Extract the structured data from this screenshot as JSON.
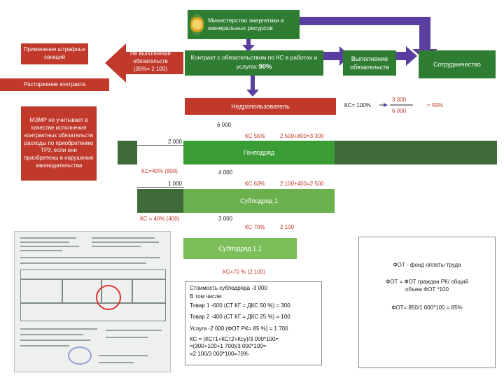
{
  "top": {
    "ministry": "Министерство энергетики и минеральных ресурсов"
  },
  "left": {
    "penalties": "Применение штрафных санкций",
    "termination": "Расторжение контракта",
    "memr_note": "МЭМР не учитывает в качестве исполнения контрактных обязательств расходы по приобретению ТРУ, если они приобретены в нарушение законодательства"
  },
  "row1": {
    "non_fulfillment": "Не выполнение обязательств (35%= 2 100)",
    "contract": "Контракт с обязательством по КС в работах и услугах",
    "contract_pct": "90%",
    "fulfillment": "Выполнение обязательств",
    "cooperation": "Сотрудничество"
  },
  "subsoil": {
    "title": "Недропользователь",
    "total": "6 000",
    "ks_label": "КС= 100%",
    "frac_num": "3 300",
    "frac_den": "6 000",
    "frac_result": "= 55%",
    "ks": "КС 55%",
    "calc": "2 500+800=3 300"
  },
  "general": {
    "title": "Генподряд",
    "left_amount": "2 000",
    "ks_left": "КС=40% (800)",
    "amount": "4 000",
    "left_amount2": "1 000",
    "ks": "КС 63%",
    "calc": "2 100+400=2 500"
  },
  "sub1": {
    "title": "Субподряд 1",
    "ks_left": "КС = 40% (400)",
    "amount": "3 000",
    "ks": "КС 70%",
    "calc": "2 100"
  },
  "sub11": {
    "title": "Субподряд 1.1",
    "ks": "КС=70 % (2 100)"
  },
  "calc_box": {
    "lines": [
      "Стоимость субподряда -3 000",
      "В том числе:",
      "Товар 1 -600 (СТ КГ = ДКС 50 %) = 300",
      "Товар 2 -400 (СТ КГ = ДКС 25 %) = 100",
      "Услуга -2 000 (ФОТ РК= 85 %) = 1 700",
      "КС = (КСт1+КСт2+Ксу)/3 000*100=",
      "=(300+100+1 700)/3 000*100=",
      "=2 100/3 000*100=70%"
    ]
  },
  "fot": {
    "definition": "ФОТ - фонд оплаты труда",
    "formula": "ФОТ = ФОТ граждан РК/ общий объем ФОТ *100",
    "example": "ФОТ= 850/1 000*100 = 85%"
  },
  "colors": {
    "red": "#c0392b",
    "green": "#3a9c35",
    "dark_green": "#2e7d32",
    "purple": "#5b3fa0"
  }
}
